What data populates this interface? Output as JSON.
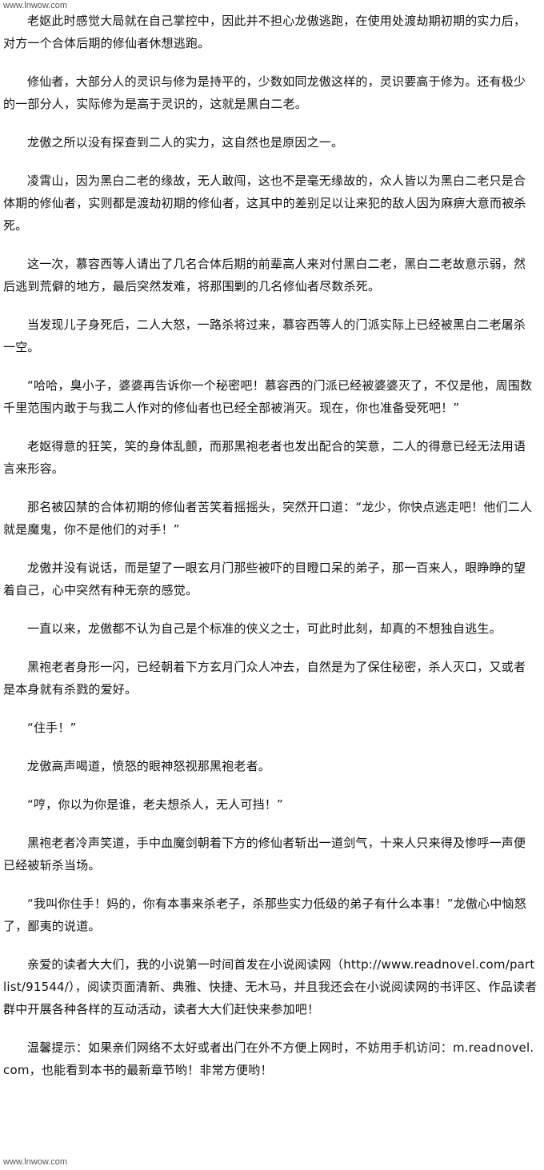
{
  "watermark": {
    "top": "www.lnwow.com",
    "bottom": "www.lnwow.com"
  },
  "paragraphs": [
    "老妪此时感觉大局就在自己掌控中，因此并不担心龙傲逃跑，在使用处渡劫期初期的实力后，对方一个合体后期的修仙者休想逃跑。",
    "修仙者，大部分人的灵识与修为是持平的，少数如同龙傲这样的，灵识要高于修为。还有极少的一部分人，实际修为是高于灵识的，这就是黑白二老。",
    "龙傲之所以没有探查到二人的实力，这自然也是原因之一。",
    "凌霄山，因为黑白二老的缘故，无人敢闯，这也不是毫无缘故的，众人皆以为黑白二老只是合体期的修仙者，实则都是渡劫初期的修仙者，这其中的差别足以让来犯的敌人因为麻痹大意而被杀死。",
    "这一次，慕容西等人请出了几名合体后期的前辈高人来对付黑白二老，黑白二老故意示弱，然后逃到荒僻的地方，最后突然发难，将那围剿的几名修仙者尽数杀死。",
    "当发现儿子身死后，二人大怒，一路杀将过来，慕容西等人的门派实际上已经被黑白二老屠杀一空。",
    "“哈哈，臭小子，婆婆再告诉你一个秘密吧！慕容西的门派已经被婆婆灭了，不仅是他，周围数千里范围内敢于与我二人作对的修仙者也已经全部被消灭。现在，你也准备受死吧！”",
    "老妪得意的狂笑，笑的身体乱颤，而那黑袍老者也发出配合的笑意，二人的得意已经无法用语言来形容。",
    "那名被囚禁的合体初期的修仙者苦笑着摇摇头，突然开口道：“龙少，你快点逃走吧！他们二人就是魔鬼，你不是他们的对手！”",
    "龙傲并没有说话，而是望了一眼玄月门那些被吓的目瞪口呆的弟子，那一百来人，眼睁睁的望着自己，心中突然有种无奈的感觉。",
    "一直以来，龙傲都不认为自己是个标准的侠义之士，可此时此刻，却真的不想独自逃生。",
    "黑袍老者身形一闪，已经朝着下方玄月门众人冲去，自然是为了保住秘密，杀人灭口，又或者是本身就有杀戮的爱好。",
    "“住手！”",
    "龙傲高声喝道，愤怒的眼神怒视那黑袍老者。",
    "“哼，你以为你是谁，老夫想杀人，无人可挡！”",
    "黑袍老者冷声笑道，手中血魔剑朝着下方的修仙者斩出一道剑气，十来人只来得及惨呼一声便已经被斩杀当场。",
    "“我叫你住手！妈的，你有本事来杀老子，杀那些实力低级的弟子有什么本事！”龙傲心中恼怒了，鄙夷的说道。",
    "亲爱的读者大大们，我的小说第一时间首发在小说阅读网（http://www.readnovel.com/partlist/91544/），阅读页面清新、典雅、快捷、无木马，并且我还会在小说阅读网的书评区、作品读者群中开展各种各样的互动活动，读者大大们赶快来参加吧！",
    "温馨提示：如果亲们网络不太好或者出门在外不方便上网时，不妨用手机访问：m.readnovel.com，也能看到本书的最新章节哟！非常方便哟！"
  ]
}
